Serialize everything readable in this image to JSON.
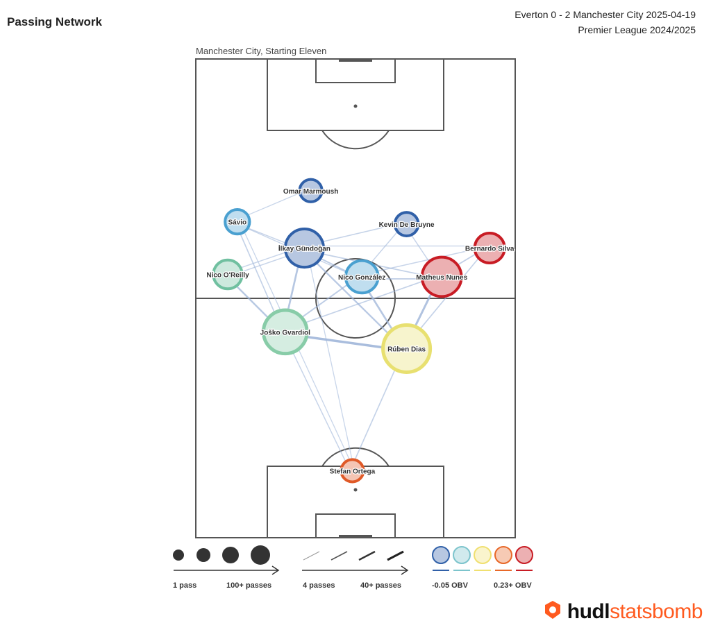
{
  "header": {
    "title": "Passing Network",
    "match_line1": "Everton 0 - 2 Manchester City 2025-04-19",
    "match_line2": "Premier League 2024/2025",
    "subtitle": "Manchester City, Starting Eleven"
  },
  "legend": {
    "size_min_label": "1 pass",
    "size_max_label": "100+ passes",
    "line_min_label": "4 passes",
    "line_max_label": "40+ passes",
    "obv_min_label": "-0.05 OBV",
    "obv_max_label": "0.23+ OBV",
    "obv_colors": [
      "#3060a8",
      "#7cc4cc",
      "#f0e070",
      "#e86828",
      "#c81c24"
    ]
  },
  "brand": {
    "part1": "hudl",
    "part2": "statsbomb"
  },
  "chart_data": {
    "type": "passing_network",
    "players": [
      {
        "name": "Omar Marmoush",
        "x": 0.36,
        "y": 0.55,
        "color": "#3060a8",
        "passes": 8
      },
      {
        "name": "Sávio",
        "x": 0.13,
        "y": 0.68,
        "color": "#4aa0d0",
        "passes": 12
      },
      {
        "name": "Kevin De Bruyne",
        "x": 0.66,
        "y": 0.69,
        "color": "#3060a8",
        "passes": 10
      },
      {
        "name": "Bernardo Silva",
        "x": 0.92,
        "y": 0.79,
        "color": "#c81c24",
        "passes": 25
      },
      {
        "name": "İlkay Gündoğan",
        "x": 0.34,
        "y": 0.79,
        "color": "#3060a8",
        "passes": 55
      },
      {
        "name": "Nico O'Reilly",
        "x": 0.1,
        "y": 0.9,
        "color": "#70c0a0",
        "passes": 22
      },
      {
        "name": "Nico González",
        "x": 0.52,
        "y": 0.91,
        "color": "#4aa0d0",
        "passes": 33
      },
      {
        "name": "Matheus Nunes",
        "x": 0.77,
        "y": 0.91,
        "color": "#c81c24",
        "passes": 60
      },
      {
        "name": "Joško Gvardiol",
        "x": 0.28,
        "y": 1.14,
        "color": "#88cca8",
        "passes": 80
      },
      {
        "name": "Rúben Dias",
        "x": 0.66,
        "y": 1.21,
        "color": "#e8e070",
        "passes": 100
      },
      {
        "name": "Stefan Ortega",
        "x": 0.49,
        "y": 1.72,
        "color": "#e05a28",
        "passes": 8
      }
    ],
    "links": [
      [
        0,
        1,
        4
      ],
      [
        1,
        4,
        6
      ],
      [
        1,
        8,
        8
      ],
      [
        1,
        6,
        5
      ],
      [
        2,
        4,
        7
      ],
      [
        2,
        6,
        6
      ],
      [
        2,
        7,
        6
      ],
      [
        3,
        7,
        10
      ],
      [
        3,
        4,
        5
      ],
      [
        3,
        6,
        6
      ],
      [
        3,
        9,
        8
      ],
      [
        4,
        5,
        6
      ],
      [
        4,
        6,
        12
      ],
      [
        4,
        7,
        9
      ],
      [
        4,
        8,
        20
      ],
      [
        4,
        9,
        16
      ],
      [
        5,
        8,
        18
      ],
      [
        5,
        4,
        6
      ],
      [
        6,
        7,
        10
      ],
      [
        6,
        8,
        12
      ],
      [
        6,
        9,
        20
      ],
      [
        7,
        9,
        24
      ],
      [
        7,
        8,
        8
      ],
      [
        8,
        9,
        30
      ],
      [
        8,
        10,
        6
      ],
      [
        9,
        10,
        8
      ],
      [
        10,
        1,
        4
      ],
      [
        10,
        4,
        4
      ]
    ]
  }
}
